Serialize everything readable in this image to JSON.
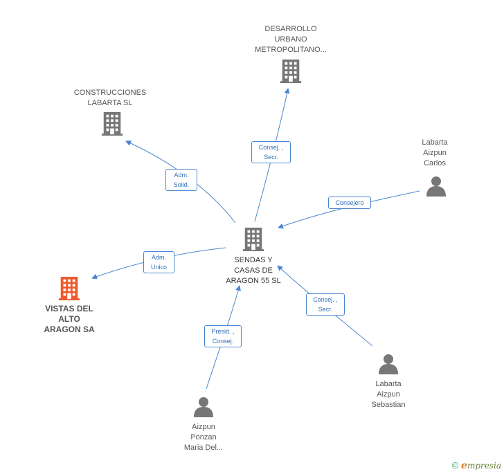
{
  "nodes": {
    "desarrollo": {
      "label_lines": [
        "DESARROLLO",
        "URBANO",
        "METROPOLITANO..."
      ],
      "icon": "building-icon"
    },
    "construcciones": {
      "label_lines": [
        "CONSTRUCCIONES",
        "LABARTA SL"
      ],
      "icon": "building-icon"
    },
    "sendas": {
      "label_lines": [
        "SENDAS Y",
        "CASAS DE",
        "ARAGON 55 SL"
      ],
      "icon": "building-icon"
    },
    "vistas": {
      "label_lines": [
        "VISTAS DEL",
        "ALTO",
        "ARAGON SA"
      ],
      "icon": "building-icon"
    },
    "labarta_carlos": {
      "label_lines": [
        "Labarta",
        "Aizpun",
        "Carlos"
      ],
      "icon": "person-icon"
    },
    "labarta_sebastian": {
      "label_lines": [
        "Labarta",
        "Aizpun",
        "Sebastian"
      ],
      "icon": "person-icon"
    },
    "aizpun_maria": {
      "label_lines": [
        "Aizpun",
        "Ponzan",
        "Maria Del..."
      ],
      "icon": "person-icon"
    }
  },
  "edges": {
    "to_construcciones": {
      "label_lines": [
        "Adm.",
        "Solid."
      ]
    },
    "to_desarrollo": {
      "label_lines": [
        "Consej. ,",
        "Secr."
      ]
    },
    "from_carlos": {
      "label_lines": [
        "Consejero"
      ]
    },
    "to_vistas": {
      "label_lines": [
        "Adm.",
        "Unico"
      ]
    },
    "from_sebastian": {
      "label_lines": [
        "Consej. ,",
        "Secr."
      ]
    },
    "from_maria": {
      "label_lines": [
        "Presid. ,",
        "Consej."
      ]
    }
  },
  "colors": {
    "edge": "#4a86cf",
    "building": "#777777",
    "building_highlight": "#ee5a2c",
    "person": "#777777"
  },
  "footer": {
    "copyright": "©",
    "brand_initial": "e",
    "brand_rest": "mpresia"
  }
}
